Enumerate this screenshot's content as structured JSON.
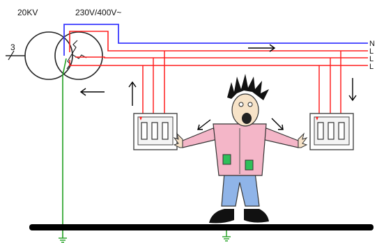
{
  "labels": {
    "hv": "20KV",
    "lv": "230V/400V~",
    "phase_count": "3"
  },
  "terminals": [
    "N",
    "L",
    "L",
    "L"
  ],
  "colors": {
    "neutral": "#3a3aff",
    "phase": "#ff2020",
    "earth": "#20a020",
    "ground": "#000000",
    "shirt": "#f4b6c8",
    "jeans": "#8fb4e8",
    "pocket": "#2fbf5a"
  },
  "icons": [
    "transformer-symbol",
    "socket-outlet",
    "ground-symbol",
    "current-arrow",
    "shocked-person"
  ]
}
